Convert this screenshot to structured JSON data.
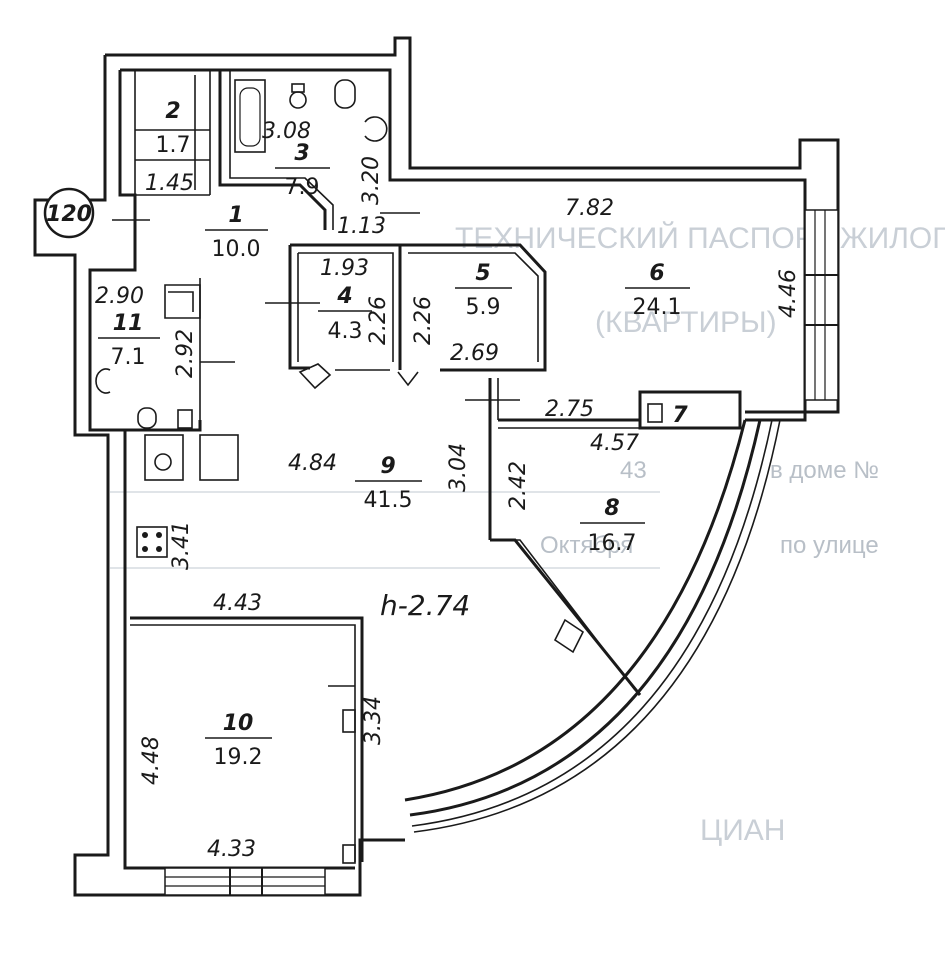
{
  "apartment_number": "120",
  "ceiling_height": "h-2.74",
  "rooms": [
    {
      "id": "1",
      "area": "10.0"
    },
    {
      "id": "2",
      "area": "1.7"
    },
    {
      "id": "3",
      "area": "7.9"
    },
    {
      "id": "4",
      "area": "4.3"
    },
    {
      "id": "5",
      "area": "5.9"
    },
    {
      "id": "6",
      "area": "24.1"
    },
    {
      "id": "7",
      "area": ""
    },
    {
      "id": "8",
      "area": "16.7"
    },
    {
      "id": "9",
      "area": "41.5"
    },
    {
      "id": "10",
      "area": "19.2"
    },
    {
      "id": "11",
      "area": "7.1"
    }
  ],
  "dimensions": {
    "d_1_45": "1.45",
    "d_3_08": "3.08",
    "d_3_20": "3.20",
    "d_1_13": "1.13",
    "d_7_82": "7.82",
    "d_1_93": "1.93",
    "d_2_26a": "2.26",
    "d_2_26b": "2.26",
    "d_2_69": "2.69",
    "d_4_46": "4.46",
    "d_2_90": "2.90",
    "d_2_92": "2.92",
    "d_2_75": "2.75",
    "d_4_57": "4.57",
    "d_3_04": "3.04",
    "d_2_42": "2.42",
    "d_4_84": "4.84",
    "d_3_41": "3.41",
    "d_4_43": "4.43",
    "d_3_34": "3.34",
    "d_4_48": "4.48",
    "d_4_33": "4.33"
  },
  "watermark": {
    "header_line1": "ТЕХНИЧЕСКИЙ ПАСПОРТ ЖИЛОГО ПОМЕЩЕНИ",
    "header_line2": "(КВАРТИРЫ)",
    "row1_label": "в доме №",
    "row1_value": "43",
    "row2_label": "по улице",
    "row2_value": "Октября",
    "brand": "ЦИАН"
  }
}
